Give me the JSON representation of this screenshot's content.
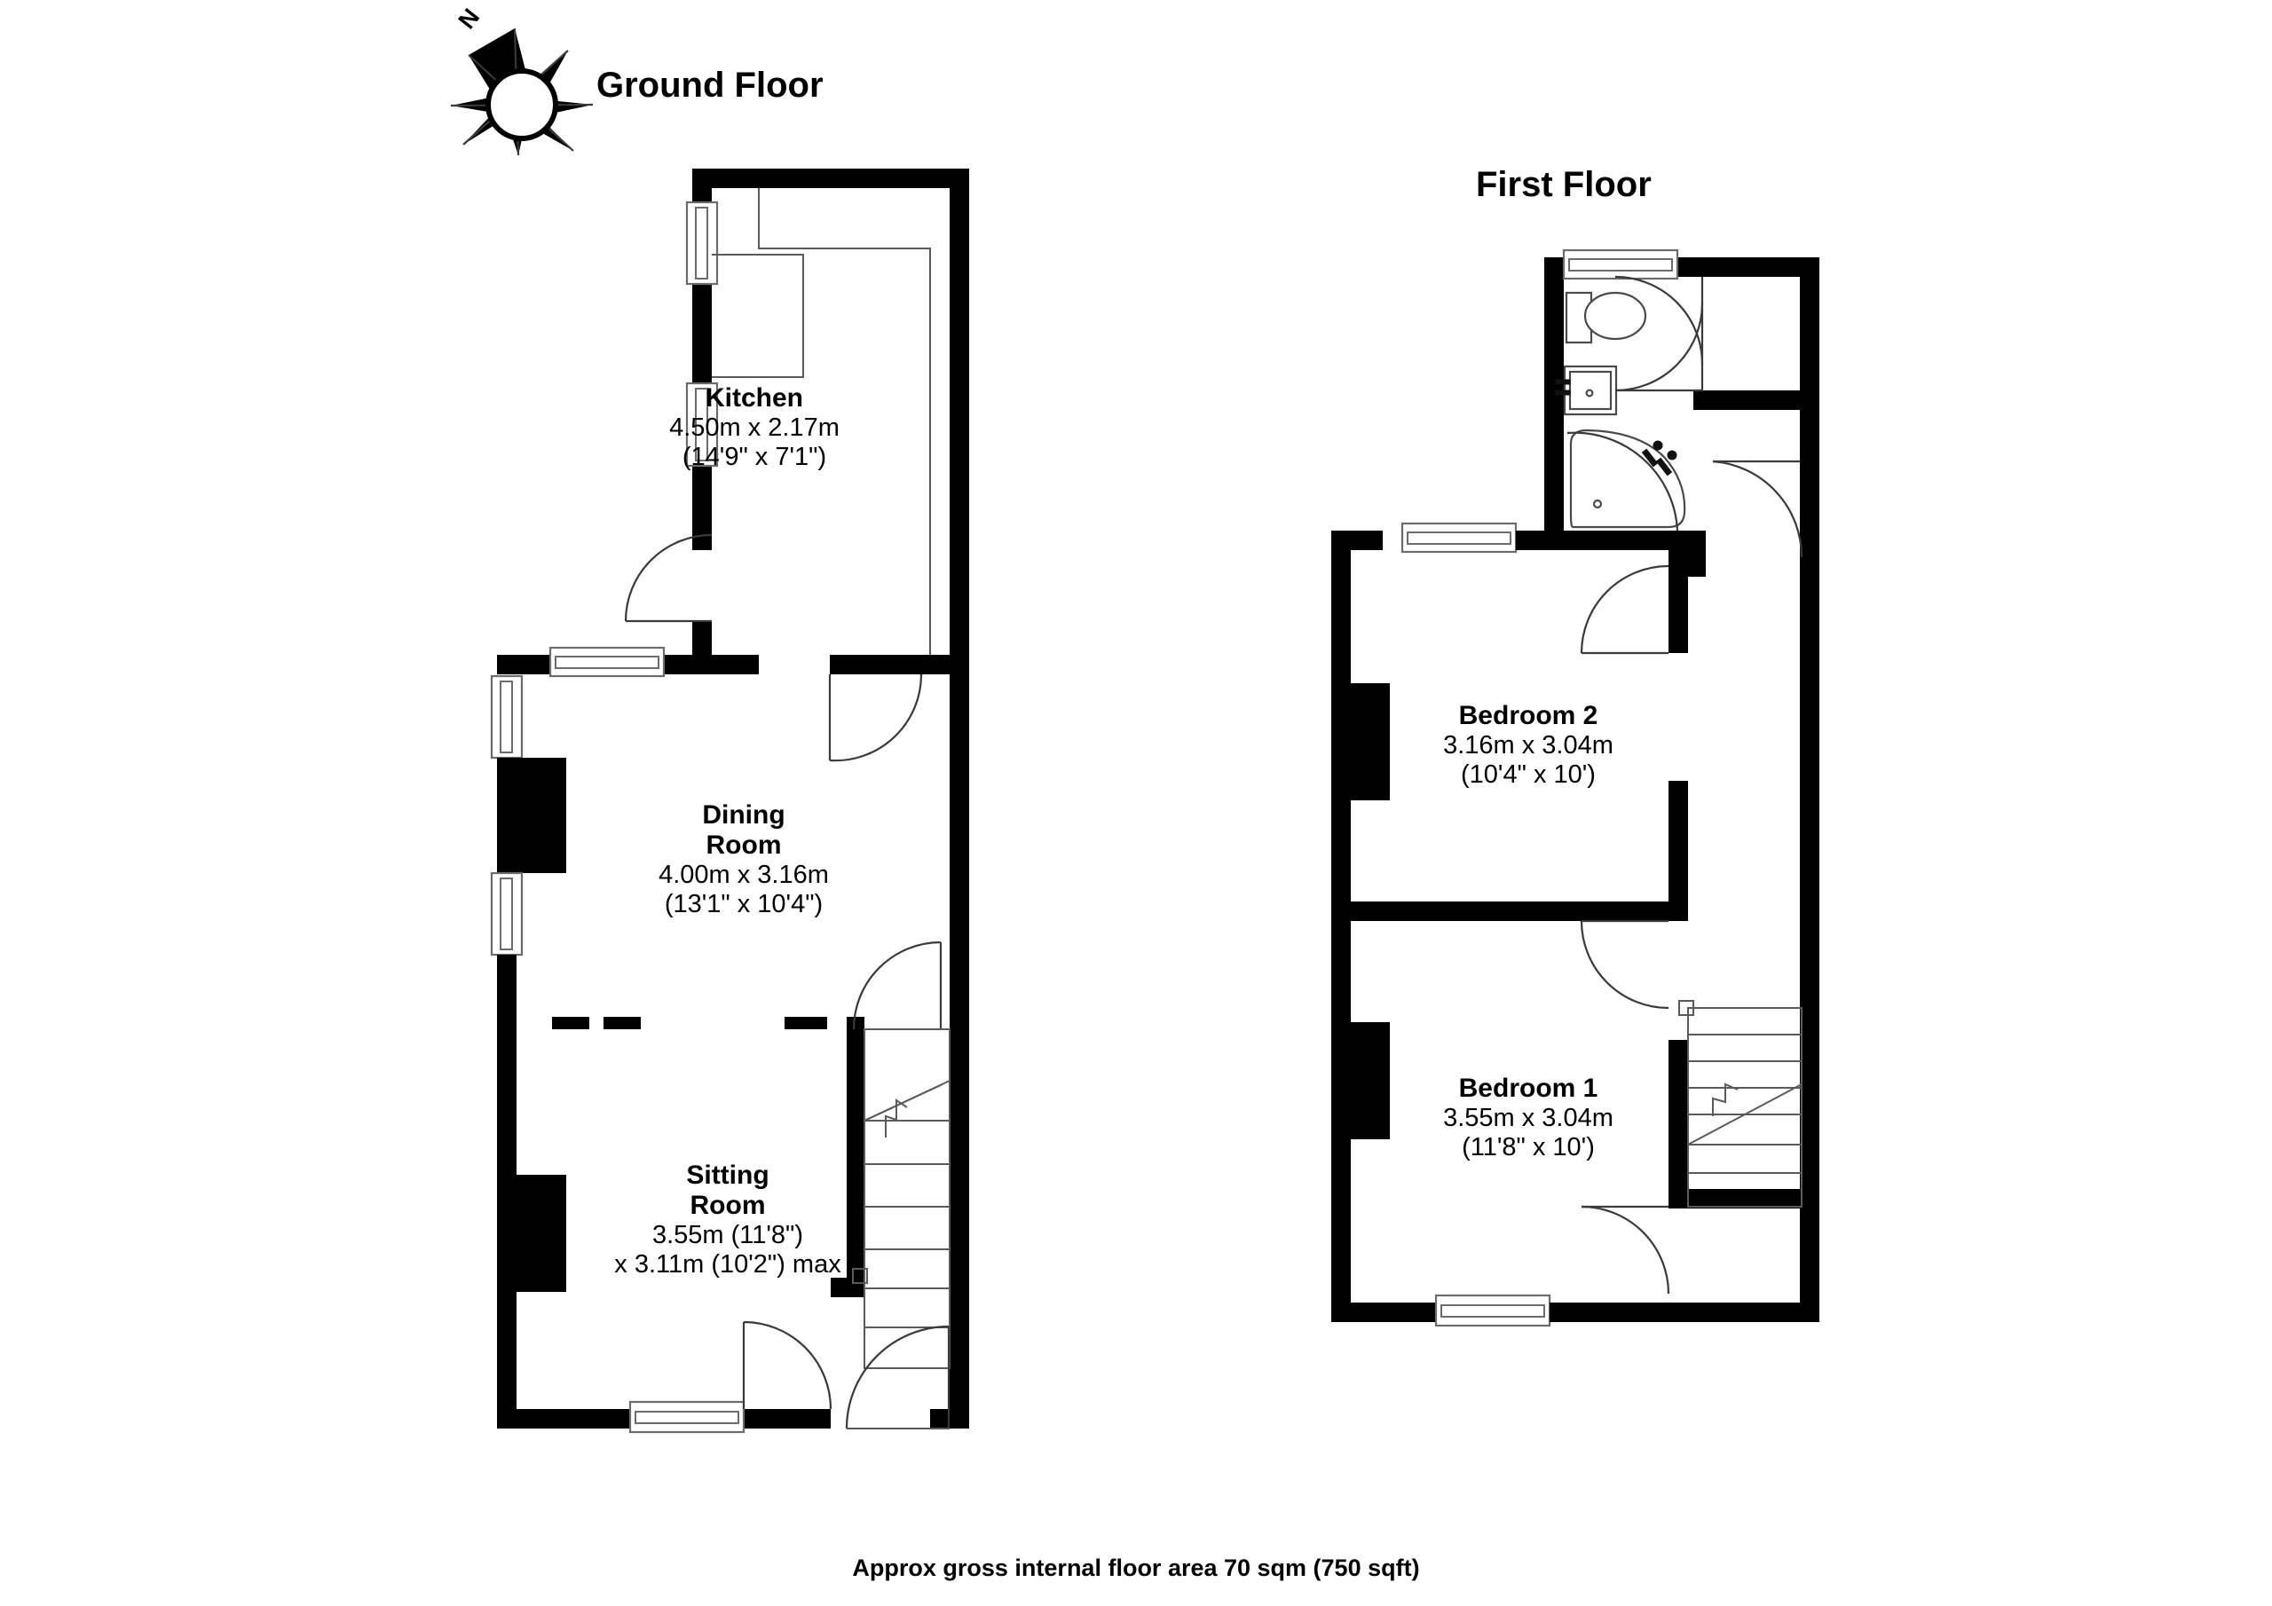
{
  "document": {
    "type": "floor-plan",
    "footer_note": "Approx gross internal floor area 70 sqm (750 sqft)"
  },
  "compass": {
    "label": "N",
    "icon": "compass-rose-icon"
  },
  "floors": [
    {
      "id": "ground",
      "title": "Ground Floor",
      "rooms": [
        {
          "id": "kitchen",
          "name": "Kitchen",
          "dim_metric": "4.50m x 2.17m",
          "dim_imperial": "(14'9\" x 7'1\")"
        },
        {
          "id": "dining-room",
          "name_line1": "Dining",
          "name_line2": "Room",
          "dim_metric": "4.00m x 3.16m",
          "dim_imperial": "(13'1\" x 10'4\")"
        },
        {
          "id": "sitting-room",
          "name_line1": "Sitting",
          "name_line2": "Room",
          "dim_metric": "3.55m (11'8\")",
          "dim_imperial": "x 3.11m (10'2\") max"
        }
      ]
    },
    {
      "id": "first",
      "title": "First Floor",
      "rooms": [
        {
          "id": "bedroom-2",
          "name": "Bedroom 2",
          "dim_metric": "3.16m x 3.04m",
          "dim_imperial": "(10'4\" x 10')"
        },
        {
          "id": "bedroom-1",
          "name": "Bedroom 1",
          "dim_metric": "3.55m x 3.04m",
          "dim_imperial": "(11'8\" x 10')"
        }
      ],
      "unlabeled_spaces": [
        {
          "id": "bathroom",
          "fixtures": [
            "toilet",
            "wash-basin",
            "shower-bath"
          ]
        },
        {
          "id": "landing",
          "fixtures": [
            "staircase"
          ]
        }
      ]
    }
  ],
  "colors": {
    "wall": "#000000",
    "background": "#ffffff",
    "line": "#3a3a3a",
    "text": "#000000"
  }
}
